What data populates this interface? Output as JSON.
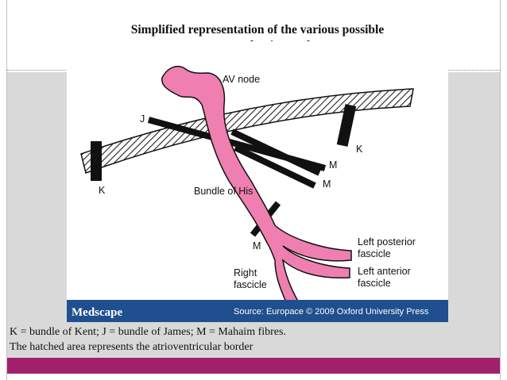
{
  "slide": {
    "title_line1": "Simplified representation of the various possible",
    "title_line2": "accessory conduction pathways",
    "caption_line1": "K = bundle of Kent; J = bundle of James; M = Mahaim fibres.",
    "caption_line2": "The hatched area represents the atrioventricular border",
    "accent_color": "#a0206e"
  },
  "figure": {
    "labels": {
      "av_node": "AV node",
      "j": "J",
      "k_right": "K",
      "k_left": "K",
      "m_upper": "M",
      "m_middle": "M",
      "m_lower": "M",
      "bundle_of_his": "Bundle of His",
      "left_posterior_1": "Left posterior",
      "left_posterior_2": "fascicle",
      "left_anterior_1": "Left anterior",
      "left_anterior_2": "fascicle",
      "right_fascicle_1": "Right",
      "right_fascicle_2": "fascicle"
    },
    "footer": {
      "logo": "Medscape",
      "source": "Source: Europace © 2009 Oxford University Press"
    },
    "colors": {
      "conduction_pink": "#ef7fb0",
      "footer_blue": "#1f4f8e"
    }
  }
}
